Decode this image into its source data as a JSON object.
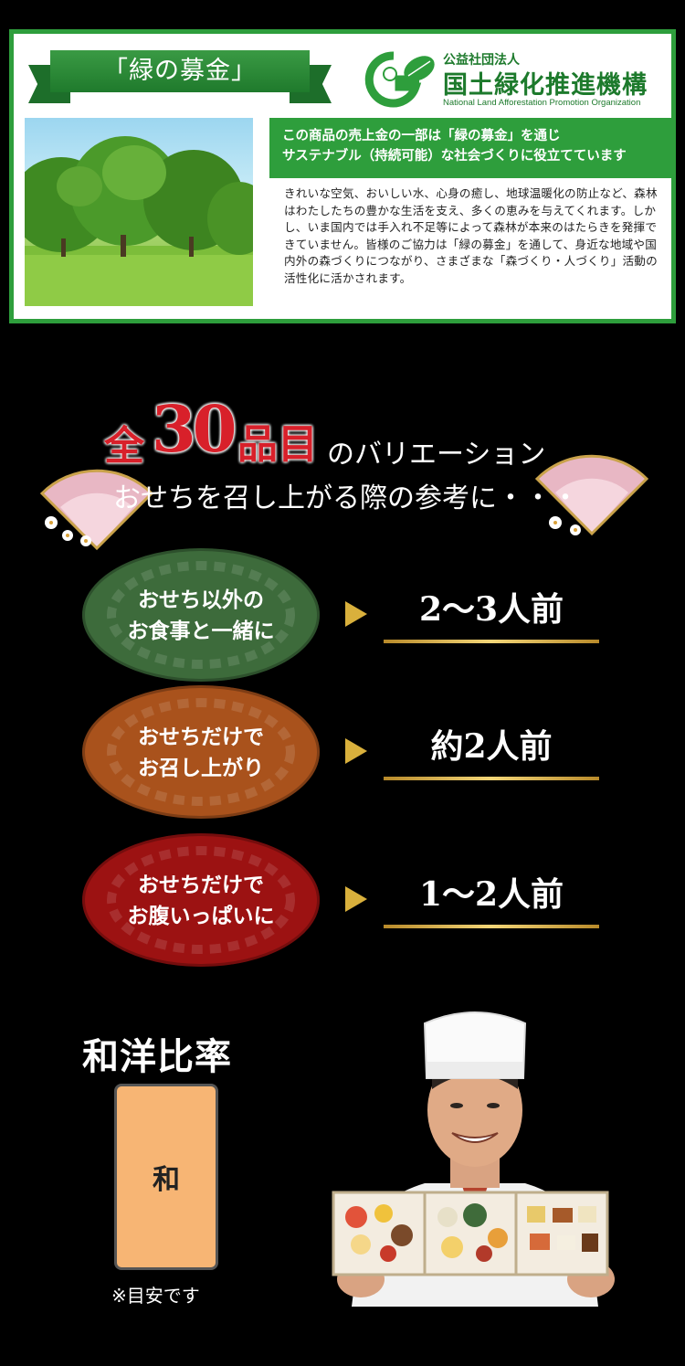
{
  "fund": {
    "ribbon_label": "「緑の募金」",
    "org_sub": "公益社団法人",
    "org_name": "国土緑化推進機構",
    "org_en": "National Land Afforestation Promotion Organization",
    "headline_line1": "この商品の売上金の一部は「緑の募金」を通じ",
    "headline_line2": "サステナブル（持続可能）な社会づくりに役立てています",
    "description": "きれいな空気、おいしい水、心身の癒し、地球温暖化の防止など、森林はわたしたちの豊かな生活を支え、多くの恵みを与えてくれます。しかし、いま国内では手入れ不足等によって森林が本来のはたらきを発揮できていません。皆様のご協力は「緑の募金」を通して、身近な地域や国内外の森づくりにつながり、さまざまな「森づくり・人づくり」活動の活性化に活かされます。",
    "colors": {
      "green": "#2e9e3c",
      "dark_green": "#1d6e2a"
    }
  },
  "variation": {
    "zen": "全",
    "number": "30",
    "hinmoku": "品目",
    "suffix": "のバリエーション",
    "hint": "おせちを召し上がる際の参考に・・・",
    "accent_color": "#d8202a"
  },
  "servings": [
    {
      "line1": "おせち以外の",
      "line2": "お食事と一緒に",
      "portion": "2〜3人前",
      "color": "#3d6b3b"
    },
    {
      "line1": "おせちだけで",
      "line2": "お召し上がり",
      "portion": "約2人前",
      "color": "#a9521c"
    },
    {
      "line1": "おせちだけで",
      "line2": "お腹いっぱいに",
      "portion": "1〜2人前",
      "color": "#9c1212"
    }
  ],
  "ratio": {
    "title": "和洋比率",
    "box_label": "和",
    "note": "※目安です",
    "box_color": "#f7b574"
  }
}
